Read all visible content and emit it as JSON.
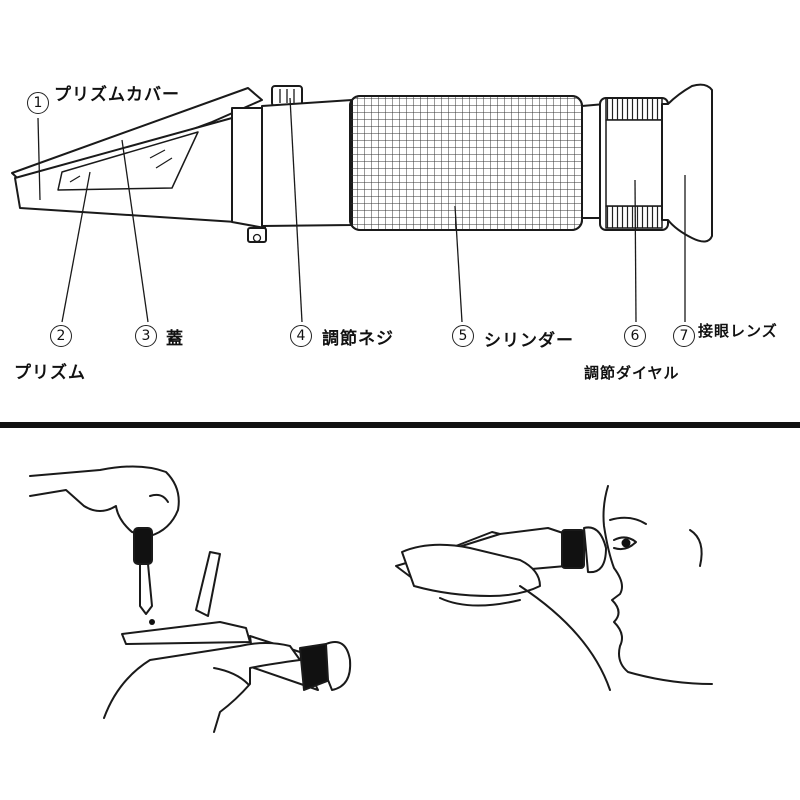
{
  "callouts": [
    {
      "num": "1",
      "text": "プリズムカバー"
    },
    {
      "num": "2",
      "text": "プリズム"
    },
    {
      "num": "3",
      "text": "蓋"
    },
    {
      "num": "4",
      "text": "調節ネジ"
    },
    {
      "num": "5",
      "text": "シリンダー"
    },
    {
      "num": "6",
      "text": "調節ダイヤル"
    },
    {
      "num": "7",
      "text": "接眼レンズ"
    }
  ]
}
